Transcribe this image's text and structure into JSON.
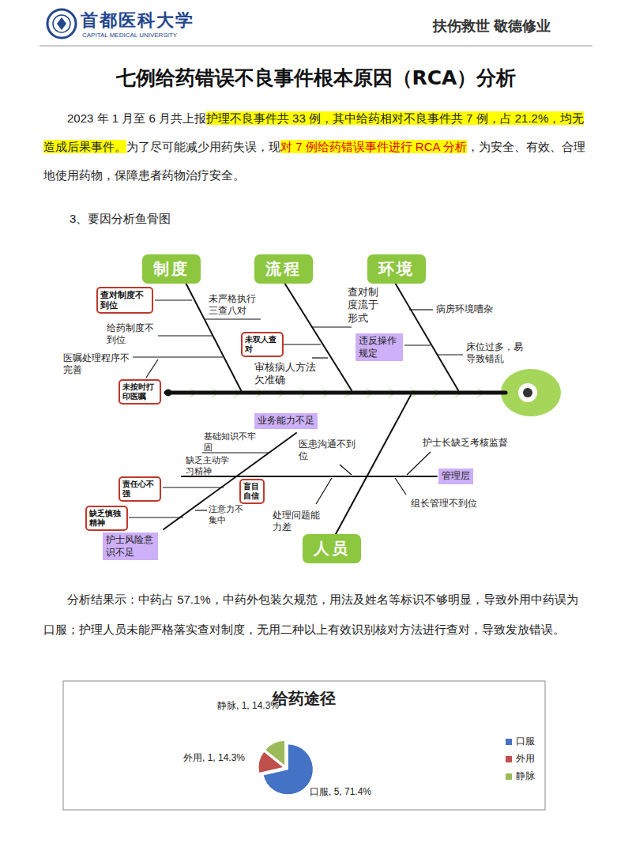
{
  "diagram": {
    "title": "七例给药错误不良事件根本原因（RCA）分析",
    "nodes": [
      {
        "text": [
          "制度"
        ]
      },
      {
        "text": [
          "流程"
        ]
      },
      {
        "text": [
          "环境"
        ]
      },
      {
        "text": [
          "人员"
        ]
      },
      {
        "text": [
          "查对制度不到位"
        ]
      },
      {
        "text": [
          "未双人查对"
        ]
      },
      {
        "text": [
          "未按时打印医嘱"
        ]
      },
      {
        "text": [
          "违反操作规定"
        ]
      },
      {
        "text": [
          "业务能力不足"
        ]
      },
      {
        "text": [
          "管理层"
        ]
      },
      {
        "text": [
          "责任心不强"
        ]
      },
      {
        "text": [
          "盲目自信"
        ]
      },
      {
        "text": [
          "缺乏慎独精神"
        ]
      },
      {
        "text": [
          "护士风险意识不足"
        ]
      }
    ],
    "labels": [
      "首都医科大学",
      "CAPITAL MEDICAL UNIVERSITY",
      "扶伤救世 敬德修业",
      "2023 年 1 月至 6 月共上报",
      "护理不良事件共 33 例，其中给药相对不良事件共 7 例，占 21.2%，均无造成后果事件。",
      "为了尽可能减少用药失误，现",
      "对 7 例给药错误事件进行 RCA 分析",
      "，为安全、有效、合理地使用药物，保障患者药物治疗安全。",
      "3、要因分析鱼骨图",
      "未严格执行三查八对",
      "给药制度不到位",
      "医嘱处理程序不完善",
      "审核病人方法欠准确",
      "查对制度流于形式",
      "病房环境嘈杂",
      "床位过多，易导致错乱",
      "基础知识不牢固",
      "缺乏主动学习精神",
      "注意力不集中",
      "医患沟通不到位",
      "处理问题能力差",
      "护士长缺乏考核监督",
      "组长管理不到位",
      "分析结果示：中药占 57.1%，中药外包装欠规范，用法及姓名等标识不够明显，导致外用中药误为口服；护理人员未能严格落实查对制度，无用二种以上有效识别核对方法进行查对，导致发放错误。",
      "给药途径",
      "静脉, 1, 14.3%",
      "外用, 1, 14.3%",
      "口服, 5, 71.4%"
    ],
    "legend": [
      {
        "text": "口服",
        "color": "#4472c4"
      },
      {
        "text": "外用",
        "color": "#c0504d"
      },
      {
        "text": "静脉",
        "color": "#9bbb59"
      }
    ]
  }
}
